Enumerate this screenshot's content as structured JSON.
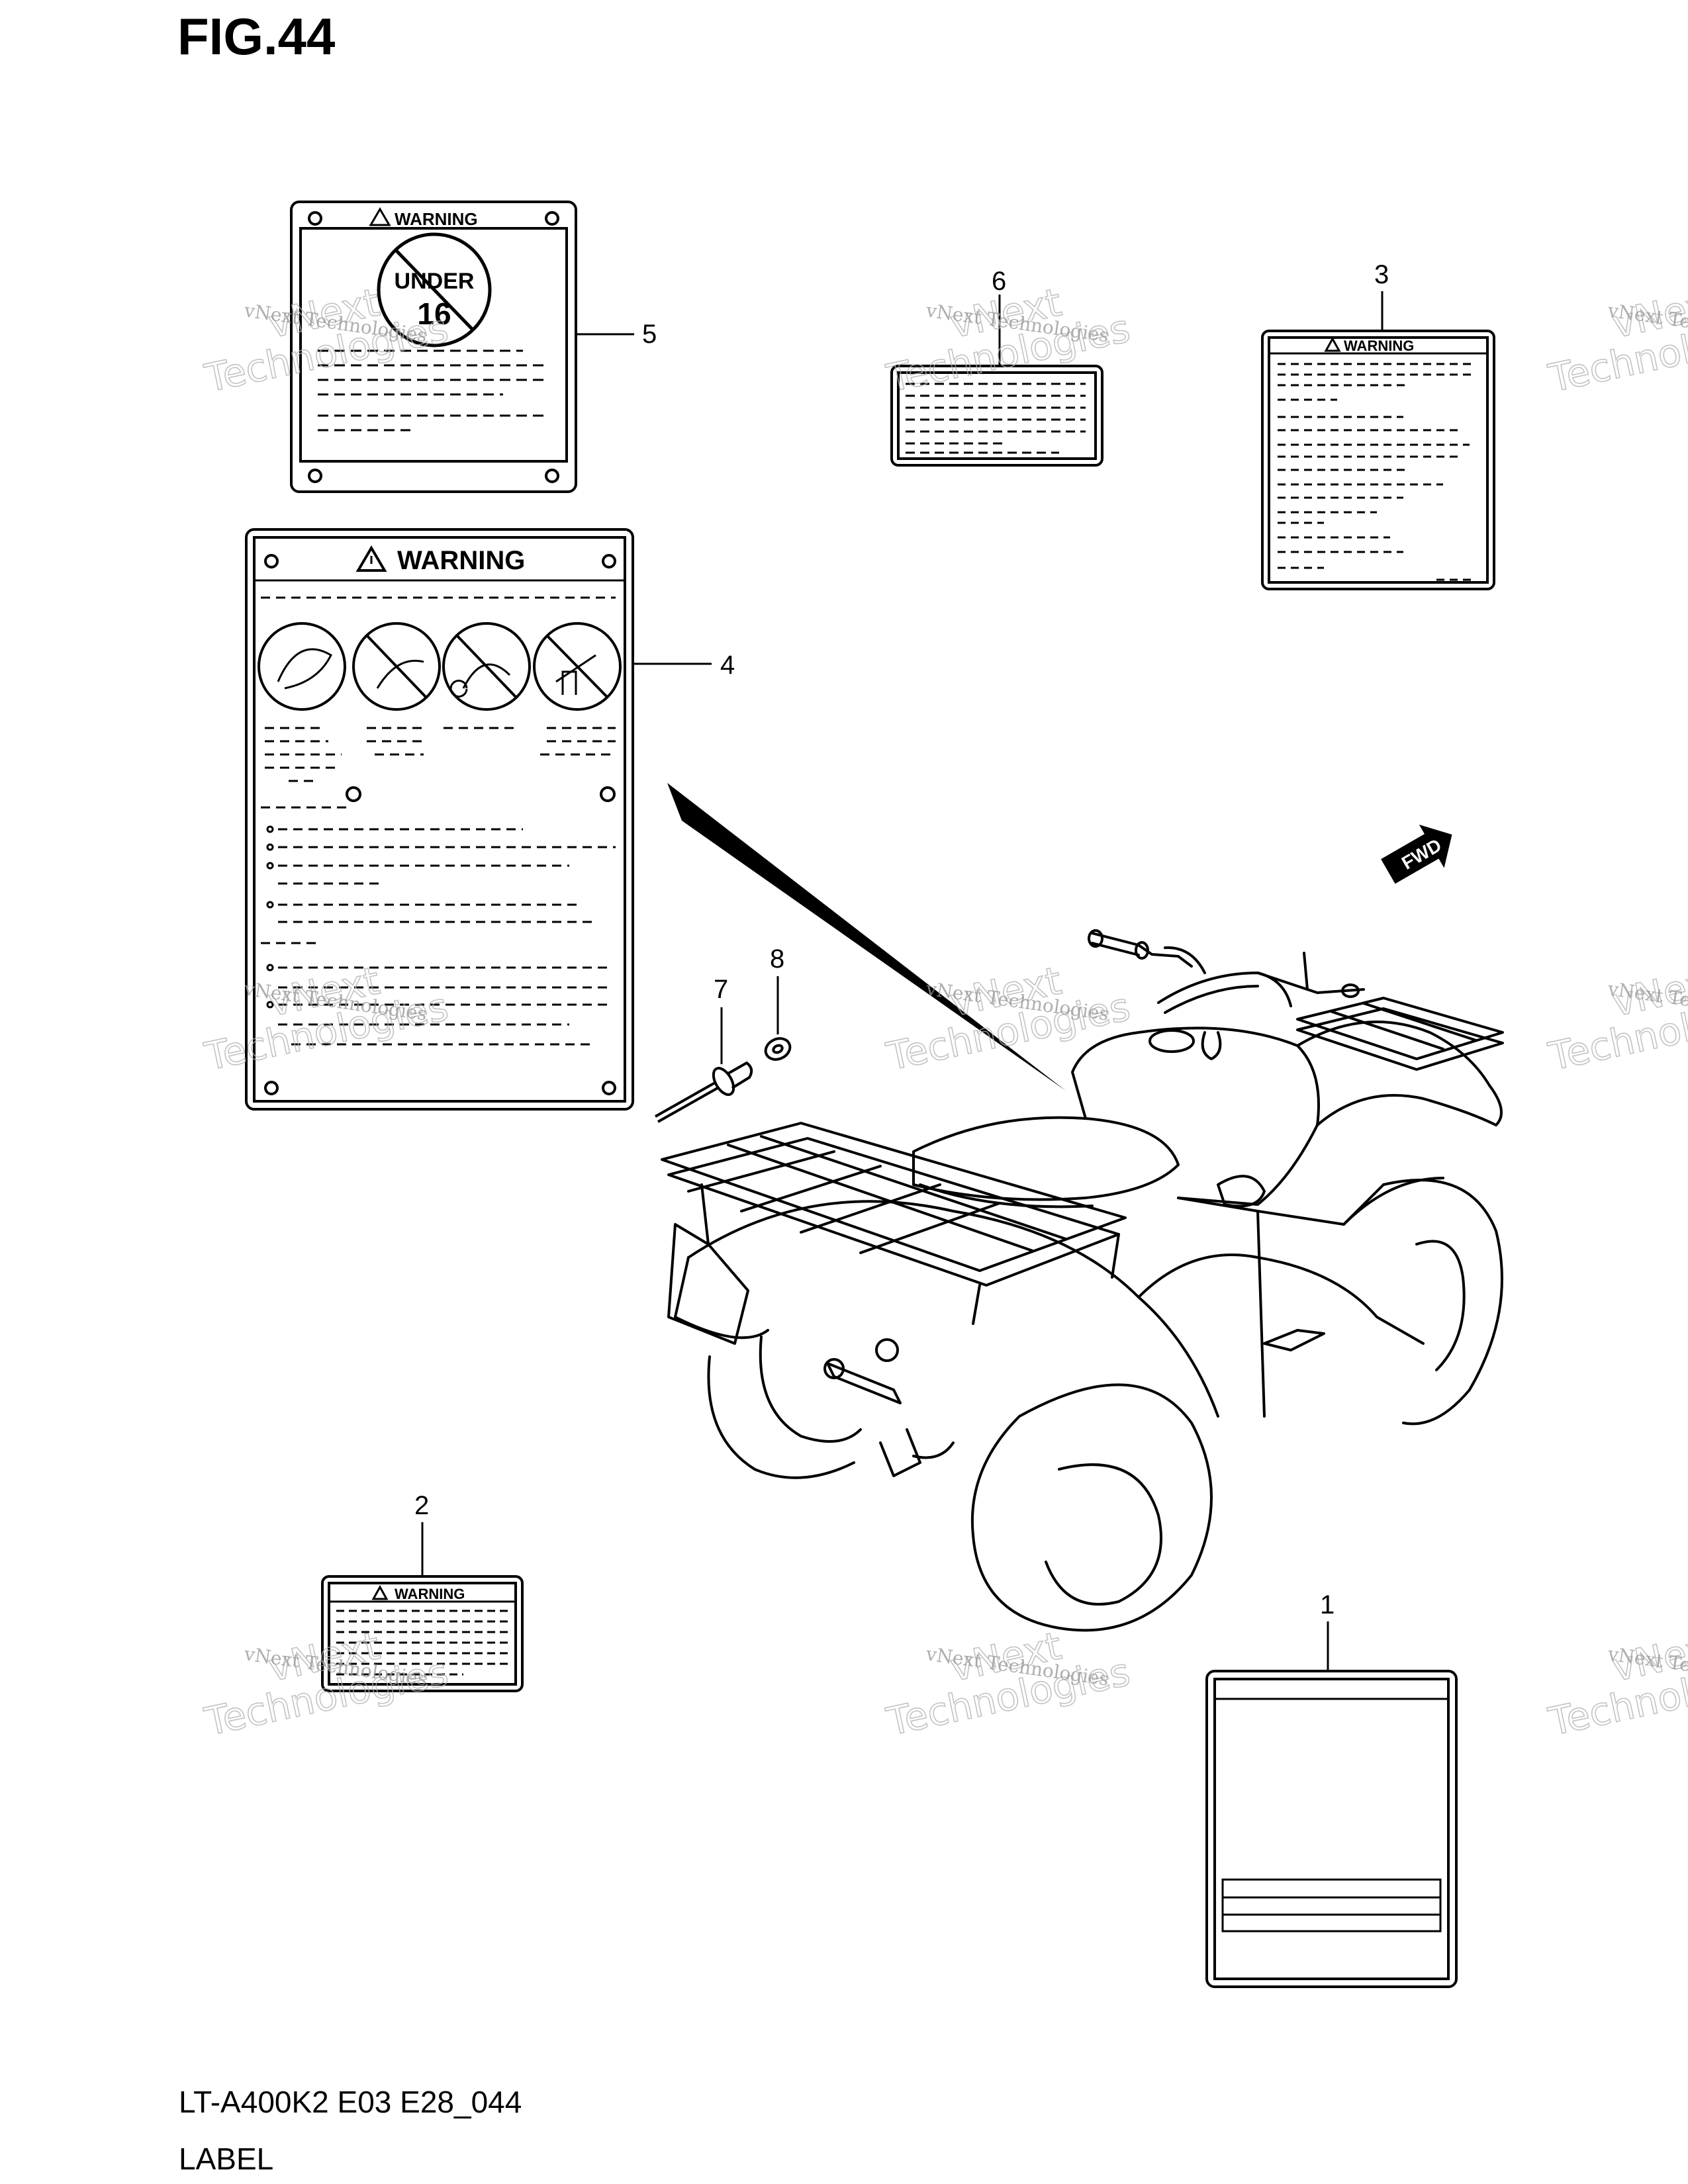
{
  "figure": {
    "title": "FIG.44",
    "model_code": "LT-A400K2 E03 E28_044",
    "section_name": "LABEL"
  },
  "labels": {
    "warning_text": "WARNING",
    "age_restriction_line1": "UNDER",
    "age_restriction_line2": "16",
    "fwd_text": "FWD"
  },
  "callouts": [
    "1",
    "2",
    "3",
    "4",
    "5",
    "6",
    "7",
    "8"
  ],
  "watermark": {
    "brand_line1": "vNext",
    "brand_line2": "Technologies",
    "caption": "vNext Technologies"
  }
}
